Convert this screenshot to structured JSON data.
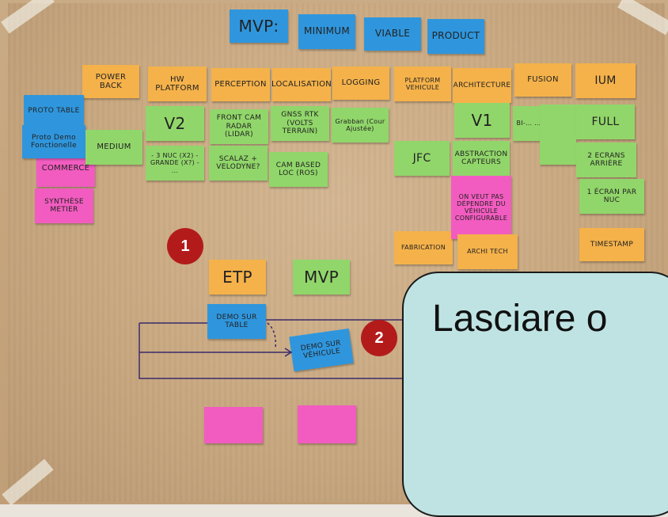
{
  "title": {
    "mvp": "MVP:",
    "minimum": "MINIMUM",
    "viable": "VIABLE",
    "product": "PRODUCT"
  },
  "headers": [
    "POWER BACK",
    "HW PLATFORM",
    "PERCEPTION",
    "LOCALISATION",
    "LOGGING",
    "PLATFORM VEHICULE",
    "ARCHITECTURE",
    "FUSION",
    "IUM"
  ],
  "left_notes": {
    "proto_table": "PROTO TABLE",
    "proto_demo": "Proto Demo Fonctionelle",
    "commerce": "COMMERCE",
    "synthese": "SYNTHÈSE METIER",
    "medium": "MEDIUM"
  },
  "hw_notes": {
    "v2": "V2",
    "nuc": "- 3 NUC (x2) - GRANDE (x?) - ..."
  },
  "perception_notes": {
    "front": "FRONT CAM RADAR (LIDAR)",
    "scalaz": "SCALAZ + VELODYNE?"
  },
  "localisation_notes": {
    "gnss": "GNSS RTK (Volts Terrain)",
    "cam_based": "CAM BASED LOC (ROS)"
  },
  "logging_notes": {
    "grabban": "Grabban (Cour Ajustée)"
  },
  "platform_notes": {
    "jfc": "JFC",
    "fabrication": "FABRICATION"
  },
  "architecture_notes": {
    "v1": "V1",
    "abstraction": "ABSTRACTION CAPTEURS",
    "pink": "ON VEUT PAS DÉPENDRE DU VÉHICULE Configurable",
    "archi_tech": "ARCHI TECH"
  },
  "fusion_notes": {
    "small": "BI-… …"
  },
  "ium_notes": {
    "full": "FULL",
    "ecrans": "2 ECRANS ARRIÈRE",
    "ecran_nuc": "1 ÉCRAN PAR NUC",
    "timestamp": "TIMESTAMP"
  },
  "flow": {
    "etp": "ETP",
    "mvp": "MVP",
    "demo_table": "DEMO Sur TABLE",
    "demo_vehicule": "DEMO Sur Véhicule"
  },
  "markers": {
    "one": "1",
    "two": "2"
  },
  "callout": {
    "text": "Lasciare o"
  },
  "colors": {
    "blue": "#2f96dd",
    "orange": "#f5b24a",
    "green": "#91d66a",
    "pink": "#f25cc0",
    "marker": "#b31b1b",
    "callout": "#bfe3e3"
  }
}
